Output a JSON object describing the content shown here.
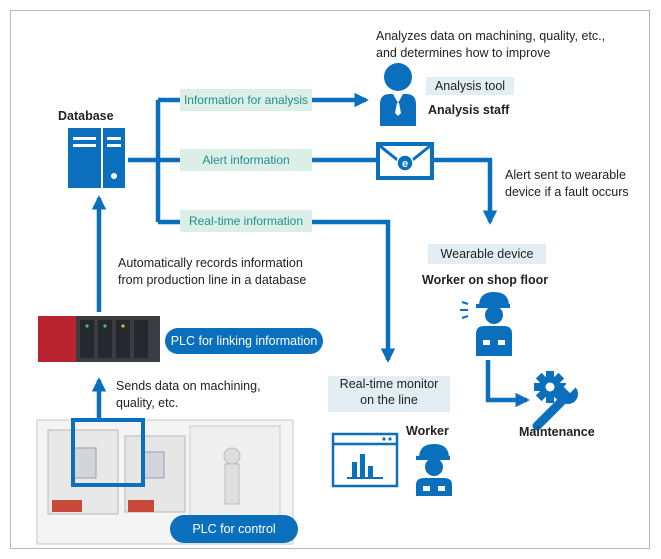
{
  "database": {
    "label": "Database"
  },
  "flows": {
    "analysis_info": "Information for analysis",
    "alert_info": "Alert information",
    "realtime_info": "Real-time information"
  },
  "analysis": {
    "description": "Analyzes data on machining, quality, etc.,\nand determines how to improve",
    "tool_label": "Analysis tool",
    "staff_label": "Analysis staff"
  },
  "alert": {
    "description": "Alert sent to wearable\ndevice if a fault occurs"
  },
  "wearable": {
    "label": "Wearable device",
    "worker_label": "Worker on shop floor"
  },
  "records": {
    "description": "Automatically records information\nfrom production line in a database"
  },
  "plc_link": {
    "label": "PLC for linking information"
  },
  "sends": {
    "description": "Sends data on machining,\nquality, etc."
  },
  "monitor": {
    "label": "Real-time monitor\non the line",
    "worker_label": "Worker"
  },
  "maintenance": {
    "label": "Maintenance"
  },
  "plc_control": {
    "label": "PLC for control"
  },
  "colors": {
    "arrow": "#0a6fbd",
    "icon": "#0a6fbd",
    "teal_text": "#1e8f8e",
    "teal_box": "#dcefe6",
    "blue_box": "#e2eef4"
  }
}
